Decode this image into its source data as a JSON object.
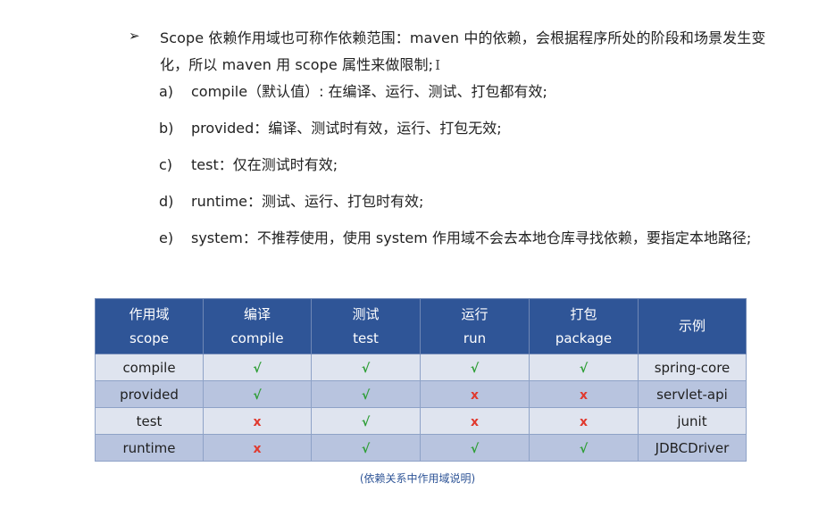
{
  "bullet": {
    "arrow": "➢",
    "text": "Scope 依赖作用域也可称作依赖范围：maven 中的依赖，会根据程序所处的阶段和场景发生变化，所以 maven 用 scope 属性来做限制;",
    "cursor": "I"
  },
  "items": [
    {
      "letter": "a)",
      "text": "compile（默认值）: 在编译、运行、测试、打包都有效;"
    },
    {
      "letter": "b)",
      "text": "provided：编译、测试时有效，运行、打包无效;"
    },
    {
      "letter": "c)",
      "text": "test：仅在测试时有效;"
    },
    {
      "letter": "d)",
      "text": "runtime：测试、运行、打包时有效;"
    },
    {
      "letter": "e)",
      "text": "system：不推荐使用，使用 system 作用域不会去本地仓库寻找依赖，要指定本地路径;"
    }
  ],
  "table": {
    "headers": [
      {
        "cn": "作用域",
        "en": "scope"
      },
      {
        "cn": "编译",
        "en": "compile"
      },
      {
        "cn": "测试",
        "en": "test"
      },
      {
        "cn": "运行",
        "en": "run"
      },
      {
        "cn": "打包",
        "en": "package"
      },
      {
        "cn": "示例",
        "en": ""
      }
    ],
    "rows": [
      {
        "scope": "compile",
        "compile": "√",
        "test": "√",
        "run": "√",
        "package": "√",
        "example": "spring-core"
      },
      {
        "scope": "provided",
        "compile": "√",
        "test": "√",
        "run": "x",
        "package": "x",
        "example": "servlet-api"
      },
      {
        "scope": "test",
        "compile": "x",
        "test": "√",
        "run": "x",
        "package": "x",
        "example": "junit"
      },
      {
        "scope": "runtime",
        "compile": "x",
        "test": "√",
        "run": "√",
        "package": "√",
        "example": "JDBCDriver"
      }
    ],
    "colors": {
      "header_bg": "#2f5597",
      "row_light": "#dfe4ef",
      "row_dark": "#b8c4df",
      "yes": "#2e9e36",
      "no": "#e03a2f"
    }
  },
  "caption": "(依赖关系中作用域说明)"
}
